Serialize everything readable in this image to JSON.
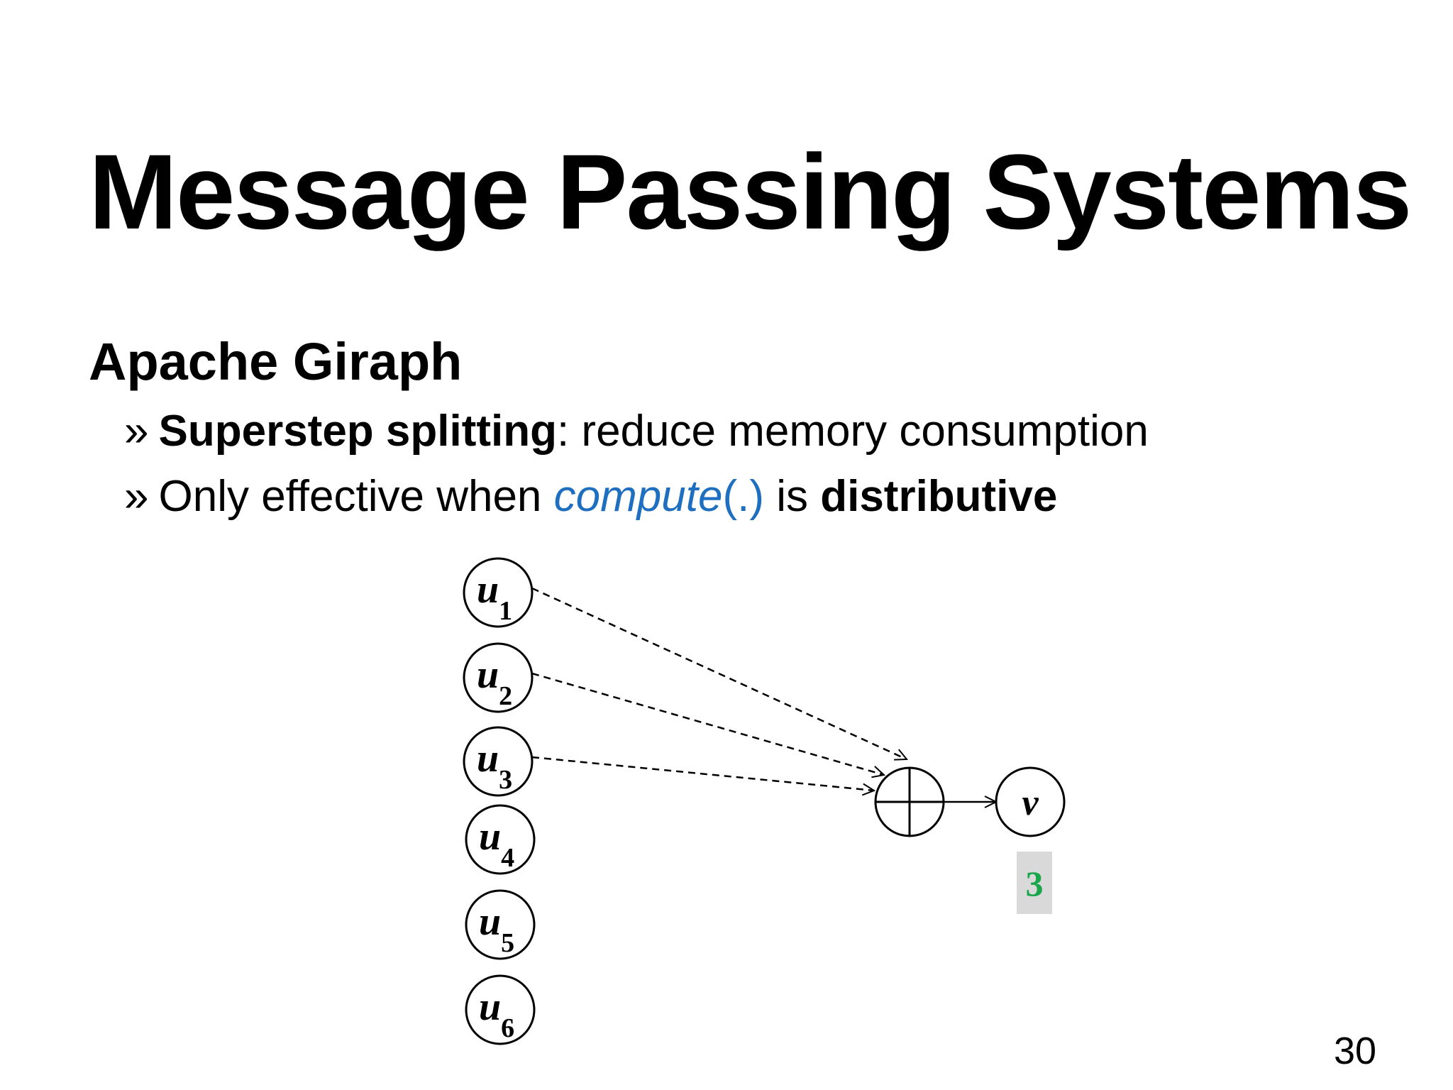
{
  "slide": {
    "title": "Message Passing Systems",
    "subtitle": "Apache Giraph",
    "bullets": [
      {
        "marker": "»",
        "strong": "Superstep splitting",
        "rest": ": reduce memory consumption"
      },
      {
        "marker": "»",
        "pre": "Only effective when ",
        "func": "compute",
        "func_args": "(.)",
        "mid": " is ",
        "strong": "distributive"
      }
    ],
    "page_number": "30"
  },
  "diagram": {
    "sources": [
      {
        "letter": "u",
        "sub": "1",
        "connected": true
      },
      {
        "letter": "u",
        "sub": "2",
        "connected": true
      },
      {
        "letter": "u",
        "sub": "3",
        "connected": true
      },
      {
        "letter": "u",
        "sub": "4",
        "connected": false
      },
      {
        "letter": "u",
        "sub": "5",
        "connected": false
      },
      {
        "letter": "u",
        "sub": "6",
        "connected": false
      }
    ],
    "combiner_symbol": "⊕",
    "target": {
      "letter": "v"
    },
    "value": "3",
    "colors": {
      "value_text": "#1aa64a",
      "value_box": "#d9d9d9",
      "link": "#1f6fc0"
    }
  }
}
